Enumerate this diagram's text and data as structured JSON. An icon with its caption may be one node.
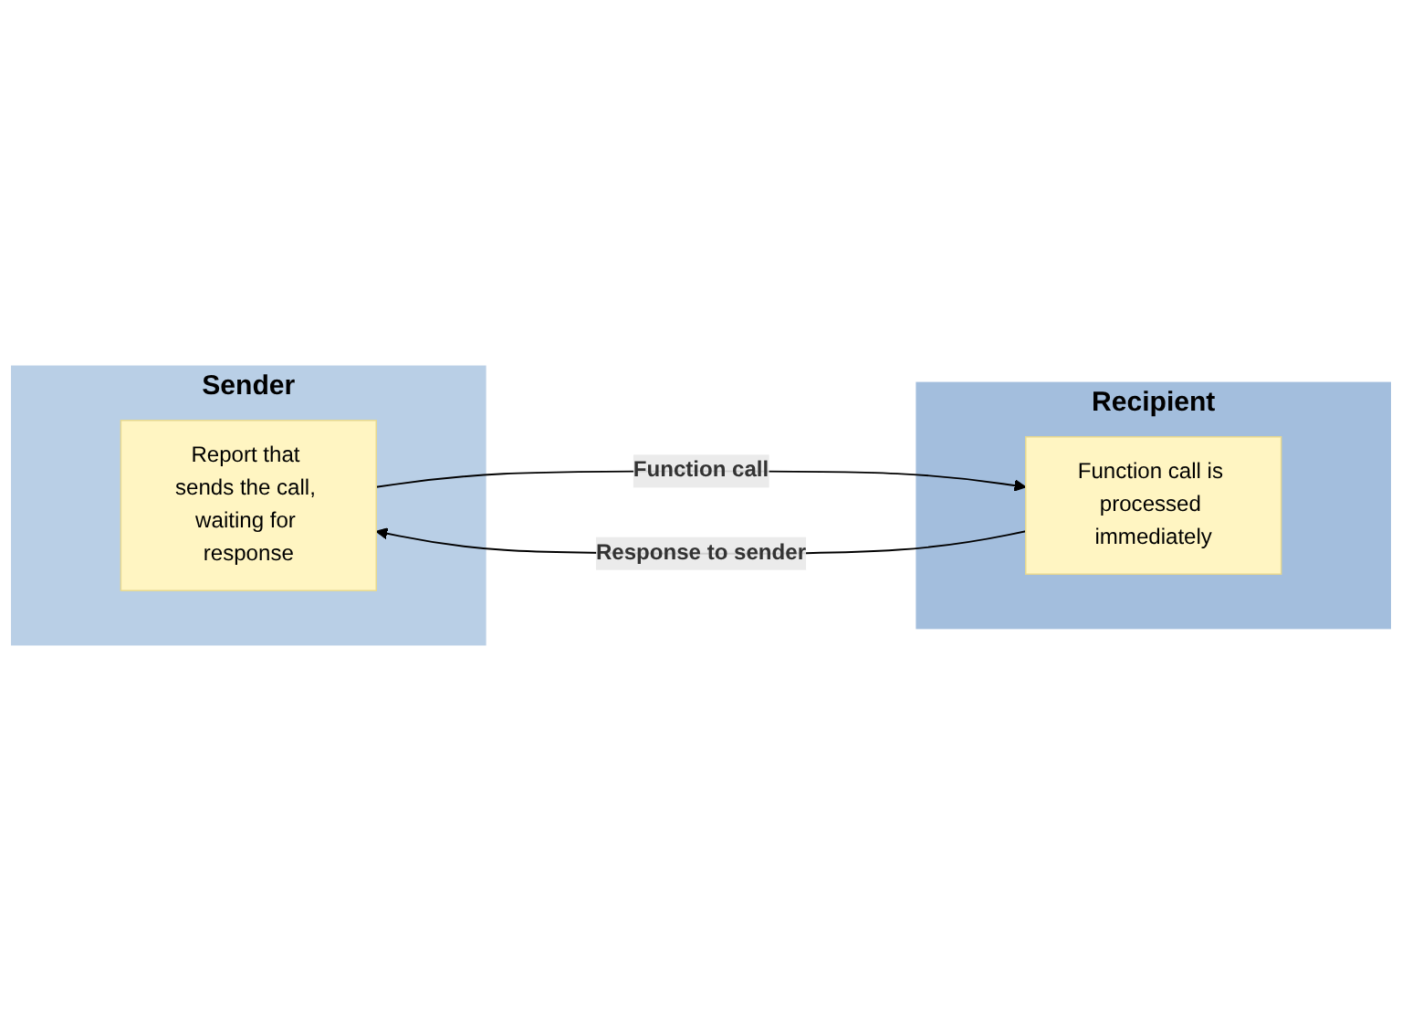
{
  "diagram": {
    "nodes": [
      {
        "text": [
          "Sender"
        ]
      },
      {
        "text": [
          "Report that sends the call, waiting for response"
        ],
        "in": 0
      },
      {
        "text": [
          "Recipient"
        ]
      },
      {
        "text": [
          "Function call is processed immediately"
        ],
        "in": 2
      }
    ],
    "edges": [
      {
        "from": 1,
        "to": 3,
        "arrow": "to",
        "label": "Function call"
      },
      {
        "from": 3,
        "to": 1,
        "arrow": "to",
        "label": "Response to sender"
      }
    ]
  }
}
